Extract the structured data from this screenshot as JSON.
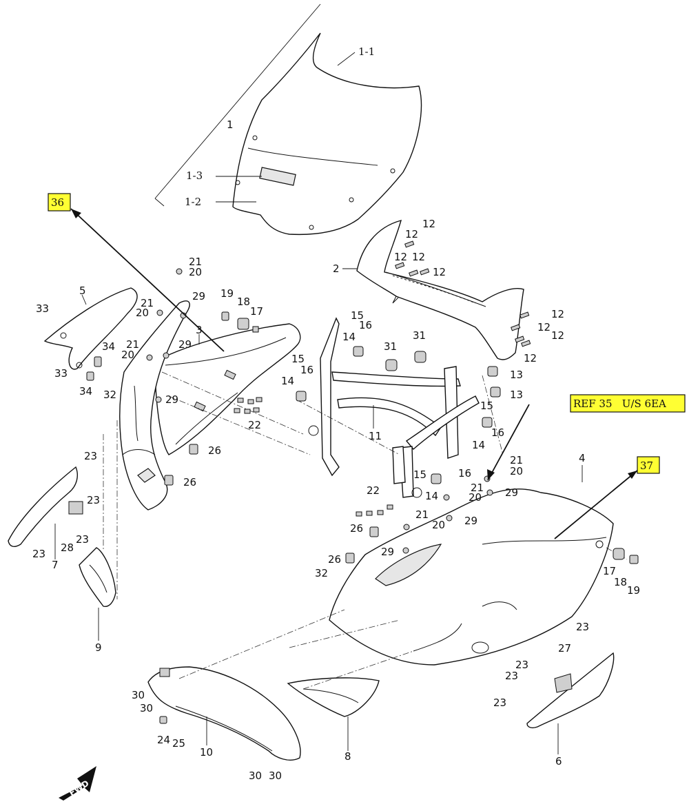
{
  "callouts": {
    "box_36": "36",
    "box_37": "37",
    "box_ref": "REF 35   U/S 6EA"
  },
  "fwd_label": "FWD",
  "labels": {
    "l1": "1",
    "l1_1": "1-1",
    "l1_2": "1-2",
    "l1_3": "1-3",
    "l2": "2",
    "l3": "3",
    "l4": "4",
    "l5": "5",
    "l6": "6",
    "l7": "7",
    "l8": "8",
    "l9": "9",
    "l10": "10",
    "l11": "11",
    "l12": "12",
    "l13": "13",
    "l14": "14",
    "l15": "15",
    "l16": "16",
    "l17": "17",
    "l18": "18",
    "l19": "19",
    "l20": "20",
    "l21": "21",
    "l22": "22",
    "l23": "23",
    "l24": "24",
    "l25": "25",
    "l26": "26",
    "l27": "27",
    "l28": "28",
    "l29": "29",
    "l30": "30",
    "l31": "31",
    "l32": "32",
    "l33": "33",
    "l34": "34"
  }
}
